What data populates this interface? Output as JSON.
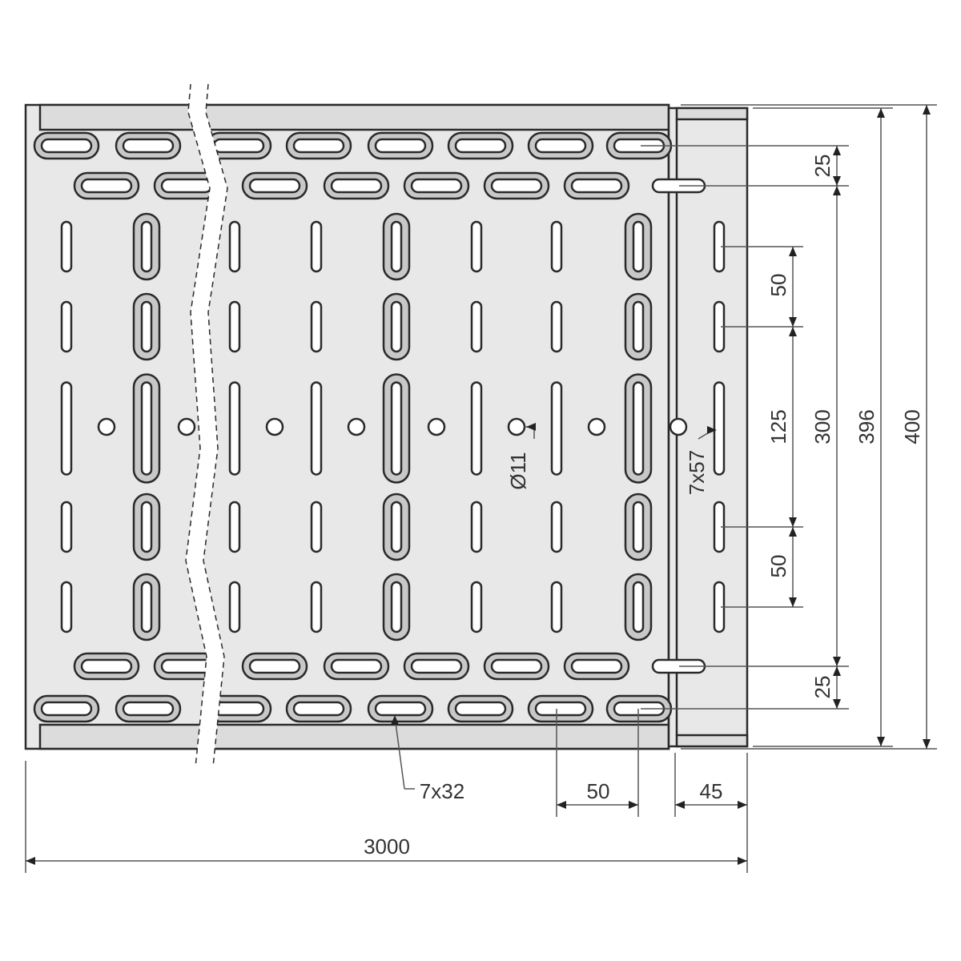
{
  "drawing": {
    "title": "Perforated cable tray plate with joint section",
    "colors": {
      "plate": "#e8e8e8",
      "lip": "#dcdcdc",
      "ring": "#c8c8c8",
      "stroke": "#2a2a2a",
      "dim": "#555555"
    },
    "dimensions": {
      "total_length": "3000",
      "total_width": "400",
      "inner_width": "396",
      "slot_span": "300",
      "edge_offset_top": "25",
      "edge_offset_bottom": "25",
      "slot_pitch_top": "50",
      "center_slot_span": "125",
      "slot_pitch_bottom": "50",
      "slot_spacing": "50",
      "joint_width": "45"
    },
    "annotations": {
      "slot_small": "7x32",
      "slot_long": "7x57",
      "hole_diameter": "Ø11"
    }
  }
}
